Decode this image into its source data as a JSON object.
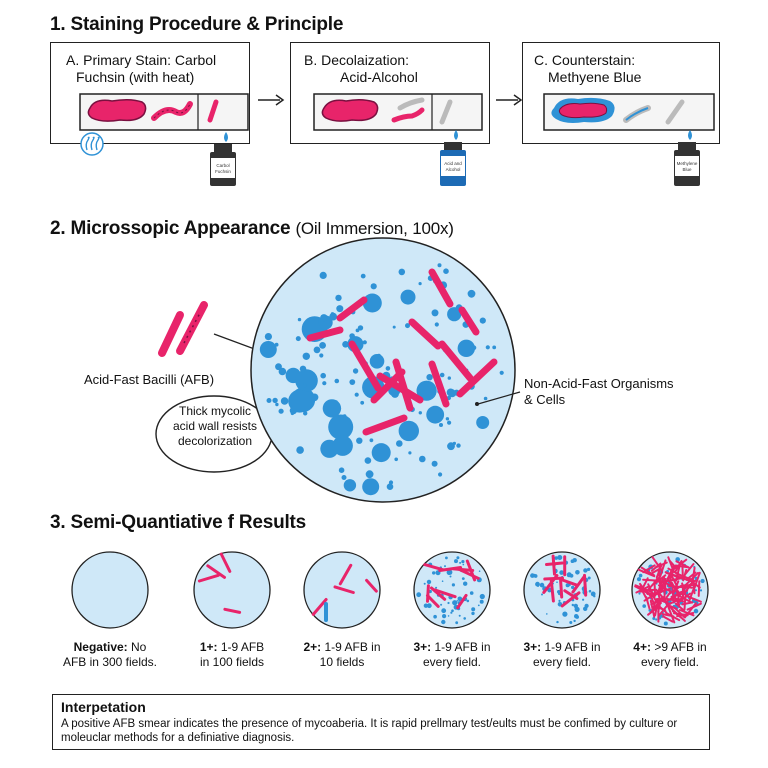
{
  "section1": {
    "title": "1. Staining Procedure & Principle",
    "steps": [
      {
        "title_line1": "A. Primary Stain: Carbol",
        "title_line2": "Fuchsin (with heat)",
        "bottle_label_1": "Carbol",
        "bottle_label_2": "Fuchsin"
      },
      {
        "title_line1": "B. Decolaization:",
        "title_line2": "Acid-Alcohol",
        "bottle_label_1": "Acid and",
        "bottle_label_2": "Alcohol"
      },
      {
        "title_line1": "C. Counterstain:",
        "title_line2": "Methyene Blue",
        "bottle_label_1": "Methylene",
        "bottle_label_2": "Blue"
      }
    ]
  },
  "section2": {
    "title": "2. Microssopic Appearance",
    "subtitle": "(Oil Immersion, 100x)",
    "afb_label": "Acid-Fast Bacilli (AFB)",
    "callout_line1": "Thick mycolic",
    "callout_line2": "acid wall resists",
    "callout_line3": "decolorization",
    "non_afb_line1": "Non-Acid-Fast Organisms",
    "non_afb_line2": "& Cells"
  },
  "section3": {
    "title": "3. Semi-Quantiative f Results",
    "results": [
      {
        "grade": "Negative:",
        "line1_rest": " No",
        "line2": "AFB in 300 fields.",
        "afb_count": 0
      },
      {
        "grade": "1+:",
        "line1_rest": " 1-9 AFB",
        "line2": "in 100 fields",
        "afb_count": 4
      },
      {
        "grade": "2+:",
        "line1_rest": " 1-9 AFB in",
        "line2": "10 fields",
        "afb_count": 4
      },
      {
        "grade": "3+:",
        "line1_rest": " 1-9 AFB in",
        "line2": "every field.",
        "afb_count": 10
      },
      {
        "grade": "3+:",
        "line1_rest": " 1-9 AFB in",
        "line2": "every field.",
        "afb_count": 12
      },
      {
        "grade": "4+:",
        "line1_rest": " >9 AFB in",
        "line2": "every field.",
        "afb_count": 120
      }
    ]
  },
  "interpretation": {
    "title": "Interpetation",
    "text": "A positive AFB smear indicates the presence of mycoaberia. It is rapid prellmary test/eults must be confimed by culture or moleuclar methods for a definiative diagnosis."
  },
  "colors": {
    "afb_pink": "#e8246a",
    "field_blue": "#cfe8f8",
    "organism_blue": "#2f92d6",
    "outline": "#222222"
  }
}
